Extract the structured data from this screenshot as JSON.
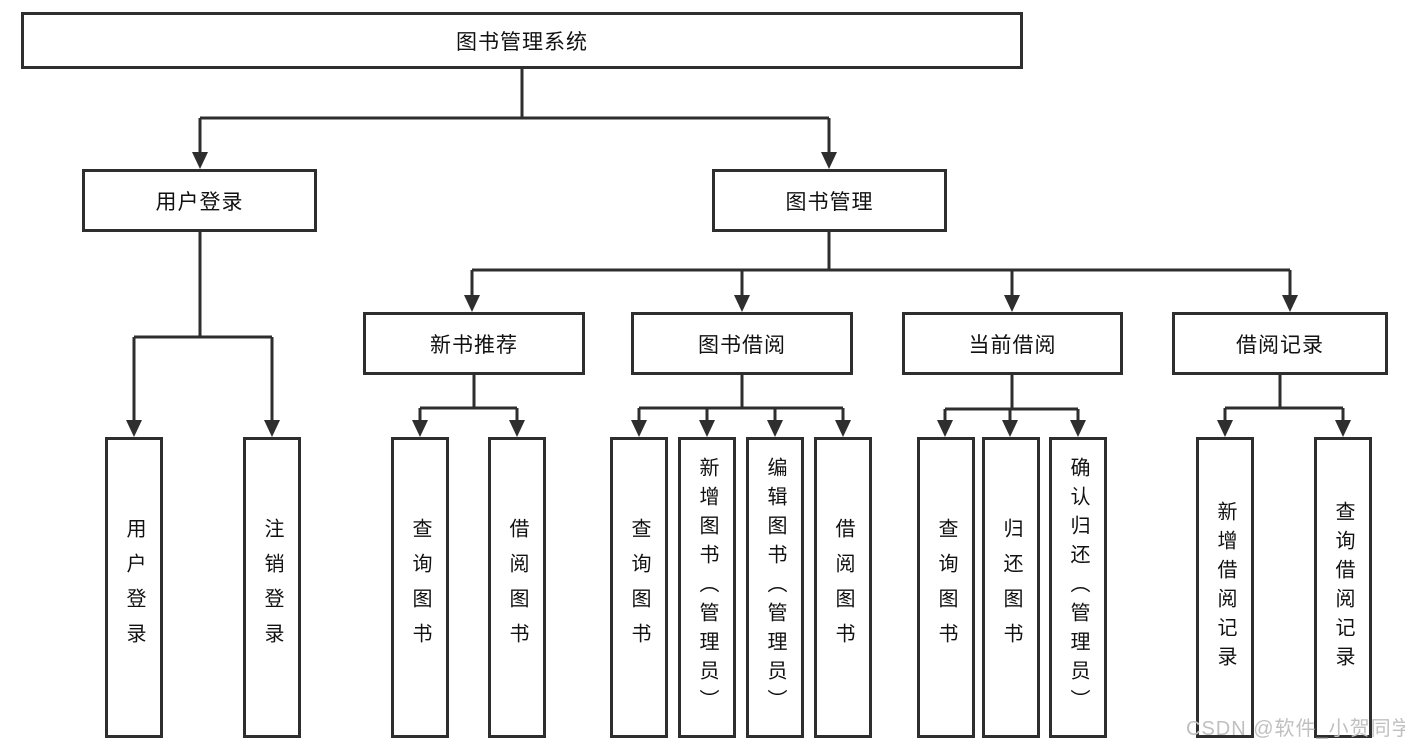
{
  "colors": {
    "line": "#2e2e2e",
    "box_border": "#2e2e2e",
    "text": "#111111",
    "watermark": "#c0c0c0",
    "background": "#ffffff"
  },
  "watermark": "CSDN @软件_小贺同学",
  "tree": {
    "label": "图书管理系统",
    "children": [
      {
        "label": "用户登录",
        "children": [
          {
            "label": "用户登录"
          },
          {
            "label": "注销登录"
          }
        ]
      },
      {
        "label": "图书管理",
        "children": [
          {
            "label": "新书推荐",
            "children": [
              {
                "label": "查询图书"
              },
              {
                "label": "借阅图书"
              }
            ]
          },
          {
            "label": "图书借阅",
            "children": [
              {
                "label": "查询图书"
              },
              {
                "label": "新增图书（管理员）"
              },
              {
                "label": "编辑图书（管理员）"
              },
              {
                "label": "借阅图书"
              }
            ]
          },
          {
            "label": "当前借阅",
            "children": [
              {
                "label": "查询图书"
              },
              {
                "label": "归还图书"
              },
              {
                "label": "确认归还（管理员）"
              }
            ]
          },
          {
            "label": "借阅记录",
            "children": [
              {
                "label": "新增借阅记录"
              },
              {
                "label": "查询借阅记录"
              }
            ]
          }
        ]
      }
    ]
  }
}
